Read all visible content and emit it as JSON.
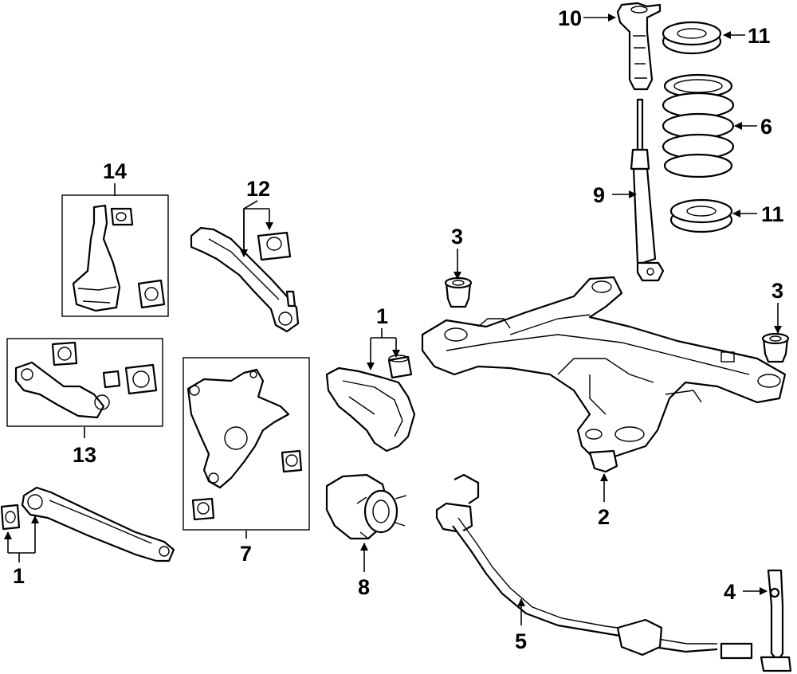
{
  "callouts": [
    {
      "id": "c1a",
      "label": "1"
    },
    {
      "id": "c1b",
      "label": "1"
    },
    {
      "id": "c2",
      "label": "2"
    },
    {
      "id": "c3a",
      "label": "3"
    },
    {
      "id": "c3b",
      "label": "3"
    },
    {
      "id": "c4",
      "label": "4"
    },
    {
      "id": "c5",
      "label": "5"
    },
    {
      "id": "c6",
      "label": "6"
    },
    {
      "id": "c7",
      "label": "7"
    },
    {
      "id": "c8",
      "label": "8"
    },
    {
      "id": "c9",
      "label": "9"
    },
    {
      "id": "c10",
      "label": "10"
    },
    {
      "id": "c11a",
      "label": "11"
    },
    {
      "id": "c11b",
      "label": "11"
    },
    {
      "id": "c12",
      "label": "12"
    },
    {
      "id": "c13",
      "label": "13"
    },
    {
      "id": "c14",
      "label": "14"
    }
  ]
}
